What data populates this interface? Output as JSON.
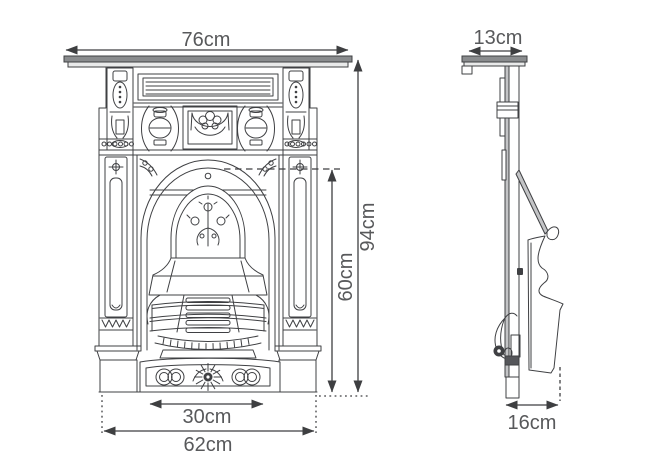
{
  "diagram": {
    "front_view": {
      "shelf_width": "76cm",
      "overall_height": "94cm",
      "opening_height": "60cm",
      "grate_width": "30cm",
      "base_width": "62cm"
    },
    "side_view": {
      "shelf_depth": "13cm",
      "base_depth": "16cm"
    },
    "colors": {
      "line": "#3f4043",
      "label_text": "#58595b",
      "background": "#ffffff"
    }
  }
}
